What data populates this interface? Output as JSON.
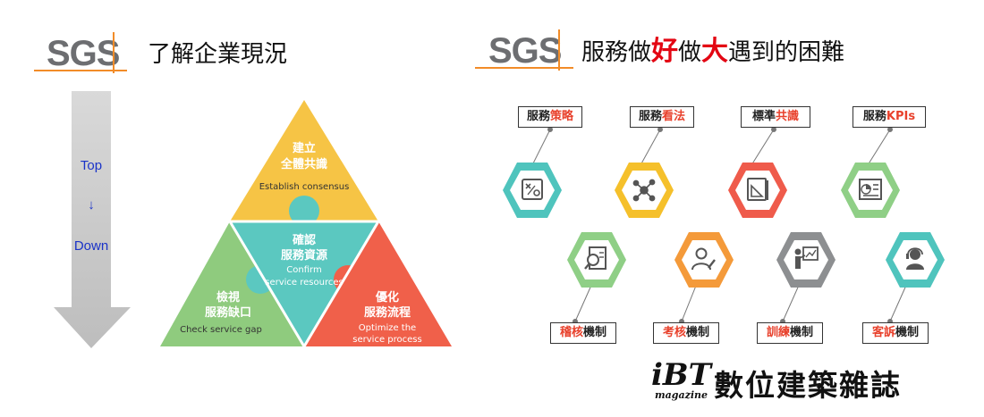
{
  "left": {
    "logo": "SGS",
    "title": "了解企業現況",
    "arrow": {
      "top": "Top",
      "mid": "↓",
      "bottom": "Down"
    },
    "pyramid": {
      "top": {
        "zh1": "建立",
        "zh2": "全體共識",
        "en": "Establish consensus",
        "color": "#f6c445"
      },
      "center": {
        "zh1": "確認",
        "zh2": "服務資源",
        "en1": "Confirm",
        "en2": "service resources",
        "color": "#5bc8c0"
      },
      "left": {
        "zh1": "檢視",
        "zh2": "服務缺口",
        "en": "Check service gap",
        "color": "#8fcb7e"
      },
      "right": {
        "zh1": "優化",
        "zh2": "服務流程",
        "en1": "Optimize the",
        "en2": "service process",
        "color": "#f0604a"
      }
    }
  },
  "right": {
    "logo": "SGS",
    "title": {
      "p1": "服務做",
      "p2": "好",
      "p3": "做",
      "p4": "大",
      "p5": "遇到的困難"
    },
    "top_items": [
      {
        "a": "服務",
        "b": "策略",
        "icon": "strategy-board-icon",
        "color": "#4fc4bd"
      },
      {
        "a": "服務",
        "b": "看法",
        "icon": "network-nodes-icon",
        "color": "#f5c02b"
      },
      {
        "a": "標準",
        "b": "共識",
        "icon": "standards-book-icon",
        "color": "#ef5b4b"
      },
      {
        "a": "服務",
        "b": "KPIs",
        "icon": "kpi-report-icon",
        "color": "#8fcf86"
      }
    ],
    "bottom_items": [
      {
        "a": "稽核",
        "b": "機制",
        "icon": "audit-magnifier-icon",
        "color": "#8fcf86"
      },
      {
        "a": "考核",
        "b": "機制",
        "icon": "evaluation-person-icon",
        "color": "#f49a3a"
      },
      {
        "a": "訓練",
        "b": "機制",
        "icon": "training-presenter-icon",
        "color": "#8d8f91"
      },
      {
        "a": "客訴",
        "b": "機制",
        "icon": "customer-service-icon",
        "color": "#4fc4bd"
      }
    ]
  },
  "watermark": {
    "brand": "iBT",
    "sub": "magazine",
    "text": "數位建築雜誌"
  }
}
